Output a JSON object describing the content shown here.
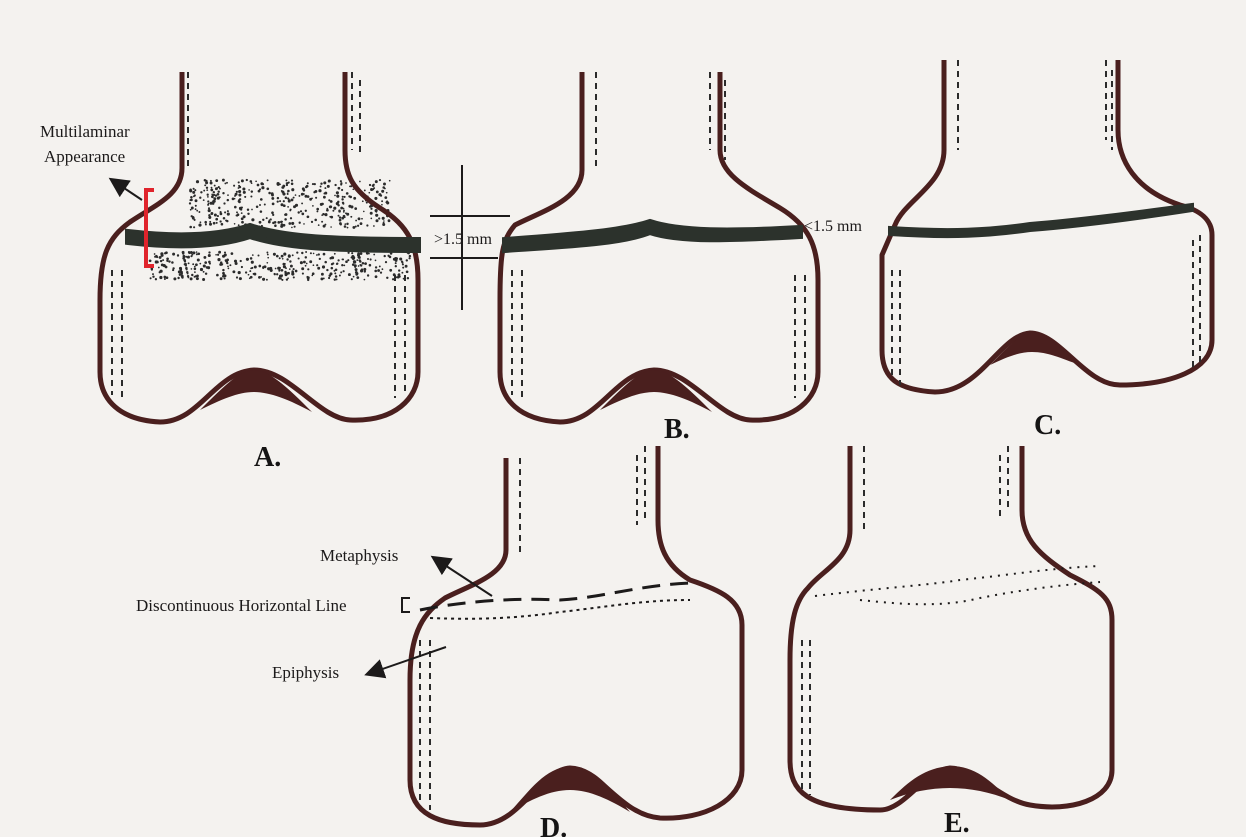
{
  "colors": {
    "paper": "#f4f2ef",
    "outline": "#4a1f1e",
    "plate": "#2c322c",
    "ink": "#1c1a1a",
    "bracket": "#e0242c"
  },
  "panels": [
    {
      "id": "A",
      "label": "A."
    },
    {
      "id": "B",
      "label": "B."
    },
    {
      "id": "C",
      "label": "C."
    },
    {
      "id": "D",
      "label": "D."
    },
    {
      "id": "E",
      "label": "E."
    }
  ],
  "annotations": {
    "multilaminar_line1": "Multilaminar",
    "multilaminar_line2": "Appearance",
    "greater": ">1.5 mm",
    "less": "<1.5 mm",
    "metaphysis": "Metaphysis",
    "discontinuous": "Discontinuous Horizontal Line",
    "epiphysis": "Epiphysis"
  },
  "icons": [
    "arrow-icon",
    "bracket-icon"
  ]
}
